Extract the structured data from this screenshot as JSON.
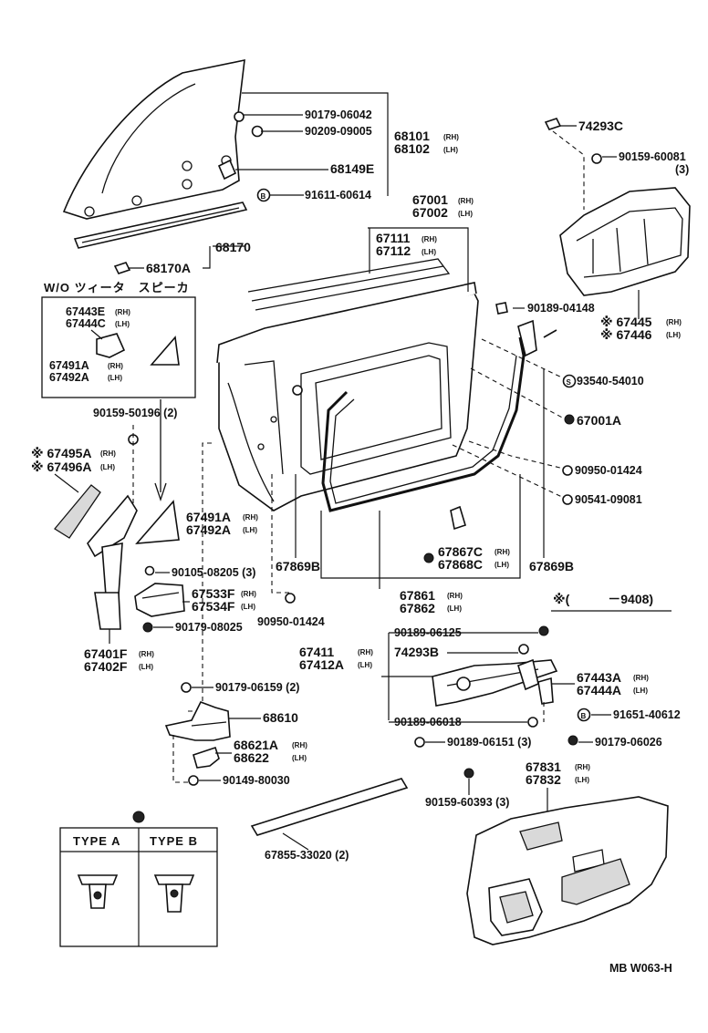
{
  "parts": {
    "p90179_06042": {
      "no": "90179-06042"
    },
    "p90209_09005": {
      "no": "90209-09005"
    },
    "p68101": {
      "no": "68101",
      "side": "(RH)"
    },
    "p68102": {
      "no": "68102",
      "side": "(LH)"
    },
    "p68149E": {
      "no": "68149E"
    },
    "p91611_60614": {
      "no": "91611-60614"
    },
    "p68170": {
      "no": "68170"
    },
    "p68170A": {
      "no": "68170A"
    },
    "p74293C": {
      "no": "74293C"
    },
    "p90159_60081": {
      "no": "90159-60081",
      "qty": "(3)"
    },
    "p67001": {
      "no": "67001",
      "side": "(RH)"
    },
    "p67002": {
      "no": "67002",
      "side": "(LH)"
    },
    "p67111": {
      "no": "67111",
      "side": "(RH)"
    },
    "p67112": {
      "no": "67112",
      "side": "(LH)"
    },
    "p90189_04148": {
      "no": "90189-04148"
    },
    "p67445": {
      "no": "※ 67445",
      "side": "(RH)"
    },
    "p67446": {
      "no": "※ 67446",
      "side": "(LH)"
    },
    "p93540_54010": {
      "no": "93540-54010"
    },
    "p67001A": {
      "no": "67001A"
    },
    "p90950_01424a": {
      "no": "90950-01424"
    },
    "p90541_09081": {
      "no": "90541-09081"
    },
    "p67443E": {
      "no": "67443E",
      "side": "(RH)"
    },
    "p67444C": {
      "no": "67444C",
      "side": "(LH)"
    },
    "p67491A_box": {
      "no": "67491A",
      "side": "(RH)"
    },
    "p67492A_box": {
      "no": "67492A",
      "side": "(LH)"
    },
    "p90159_50196": {
      "no": "90159-50196 (2)"
    },
    "p67495A": {
      "no": "※ 67495A",
      "side": "(RH)"
    },
    "p67496A": {
      "no": "※ 67496A",
      "side": "(LH)"
    },
    "p67491A": {
      "no": "67491A",
      "side": "(RH)"
    },
    "p67492A": {
      "no": "67492A",
      "side": "(LH)"
    },
    "p90105_08205": {
      "no": "90105-08205 (3)"
    },
    "p67533F": {
      "no": "67533F",
      "side": "(RH)"
    },
    "p67534F": {
      "no": "67534F",
      "side": "(LH)"
    },
    "p90179_08025": {
      "no": "90179-08025"
    },
    "p67401F": {
      "no": "67401F",
      "side": "(RH)"
    },
    "p67402F": {
      "no": "67402F",
      "side": "(LH)"
    },
    "p67869B_l": {
      "no": "67869B"
    },
    "p67869B_r": {
      "no": "67869B"
    },
    "p67867C": {
      "no": "67867C",
      "side": "(RH)"
    },
    "p67868C": {
      "no": "67868C",
      "side": "(LH)"
    },
    "p90950_01424b": {
      "no": "90950-01424"
    },
    "p67861": {
      "no": "67861",
      "side": "(RH)"
    },
    "p67862": {
      "no": "67862",
      "side": "(LH)"
    },
    "p90189_06125": {
      "no": "90189-06125"
    },
    "p67411": {
      "no": "67411",
      "side": "(RH)"
    },
    "p67412A": {
      "no": "67412A",
      "side": "(LH)"
    },
    "p74293B": {
      "no": "74293B"
    },
    "p67443A": {
      "no": "67443A",
      "side": "(RH)"
    },
    "p67444A": {
      "no": "67444A",
      "side": "(LH)"
    },
    "p91651_40612": {
      "no": "91651-40612"
    },
    "p90189_06018": {
      "no": "90189-06018"
    },
    "p90179_06026": {
      "no": "90179-06026"
    },
    "p90189_06151": {
      "no": "90189-06151 (3)"
    },
    "p90179_06159": {
      "no": "90179-06159 (2)"
    },
    "p68610": {
      "no": "68610"
    },
    "p68621A": {
      "no": "68621A",
      "side": "(RH)"
    },
    "p68622": {
      "no": "68622",
      "side": "(LH)"
    },
    "p90149_80030": {
      "no": "90149-80030"
    },
    "p90159_60393": {
      "no": "90159-60393 (3)"
    },
    "p67855": {
      "no": "67855-33020 (2)"
    },
    "p67831": {
      "no": "67831",
      "side": "(RH)"
    },
    "p67832": {
      "no": "67832",
      "side": "(LH)"
    }
  },
  "labels": {
    "wo_tweeter": "W/O ツィータ　スピーカ",
    "production_note": "※(　　　－9408)",
    "clip_type_a": "TYPE A",
    "clip_type_b": "TYPE B",
    "drawing_code": "MB  W063-H"
  }
}
